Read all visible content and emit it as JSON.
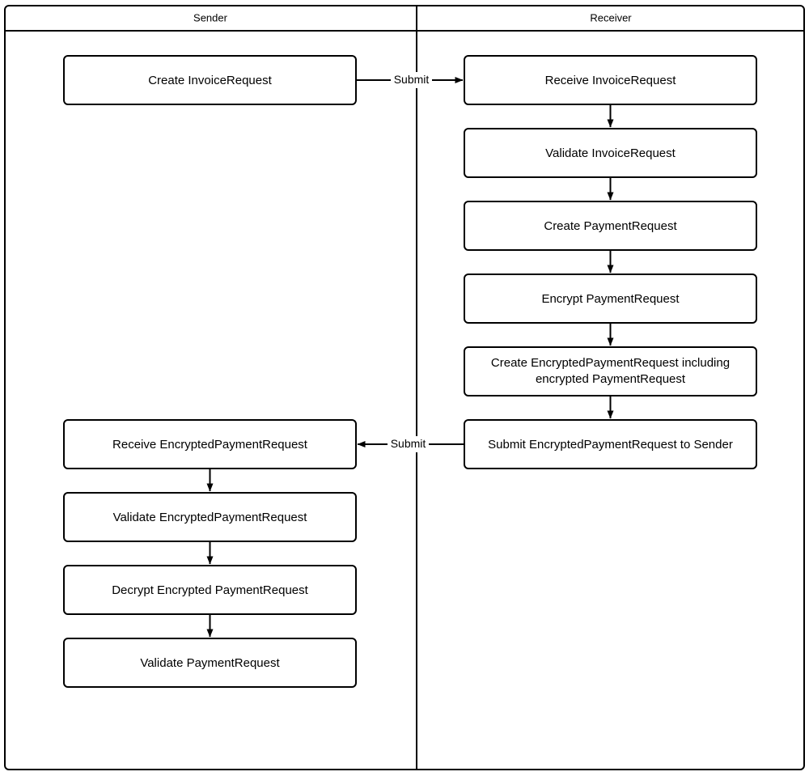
{
  "diagram": {
    "type": "swimlane-flowchart",
    "background_color": "#ffffff",
    "stroke_color": "#000000",
    "fill_color": "#ffffff",
    "lanes": [
      {
        "id": "sender",
        "title": "Sender"
      },
      {
        "id": "receiver",
        "title": "Receiver"
      }
    ],
    "nodes": [
      {
        "id": "n1",
        "lane": "sender",
        "label": "Create InvoiceRequest",
        "lines": [
          "Create InvoiceRequest"
        ]
      },
      {
        "id": "n2",
        "lane": "receiver",
        "label": "Receive InvoiceRequest",
        "lines": [
          "Receive InvoiceRequest"
        ]
      },
      {
        "id": "n3",
        "lane": "receiver",
        "label": "Validate InvoiceRequest",
        "lines": [
          "Validate InvoiceRequest"
        ]
      },
      {
        "id": "n4",
        "lane": "receiver",
        "label": "Create PaymentRequest",
        "lines": [
          "Create PaymentRequest"
        ]
      },
      {
        "id": "n5",
        "lane": "receiver",
        "label": "Encrypt PaymentRequest",
        "lines": [
          "Encrypt PaymentRequest"
        ]
      },
      {
        "id": "n6",
        "lane": "receiver",
        "label": "Create EncryptedPaymentRequest including encrypted PaymentRequest",
        "lines": [
          "Create EncryptedPaymentRequest including",
          "encrypted PaymentRequest"
        ]
      },
      {
        "id": "n7",
        "lane": "receiver",
        "label": "Submit EncryptedPaymentRequest to Sender",
        "lines": [
          "Submit EncryptedPaymentRequest to Sender"
        ]
      },
      {
        "id": "n8",
        "lane": "sender",
        "label": "Receive EncryptedPaymentRequest",
        "lines": [
          "Receive EncryptedPaymentRequest"
        ]
      },
      {
        "id": "n9",
        "lane": "sender",
        "label": "Validate EncryptedPaymentRequest",
        "lines": [
          "Validate EncryptedPaymentRequest"
        ]
      },
      {
        "id": "n10",
        "lane": "sender",
        "label": "Decrypt Encrypted PaymentRequest",
        "lines": [
          "Decrypt Encrypted PaymentRequest"
        ]
      },
      {
        "id": "n11",
        "lane": "sender",
        "label": "Validate PaymentRequest",
        "lines": [
          "Validate PaymentRequest"
        ]
      }
    ],
    "edges": [
      {
        "from": "n1",
        "to": "n2",
        "label": "Submit",
        "direction": "right"
      },
      {
        "from": "n2",
        "to": "n3",
        "label": "",
        "direction": "down"
      },
      {
        "from": "n3",
        "to": "n4",
        "label": "",
        "direction": "down"
      },
      {
        "from": "n4",
        "to": "n5",
        "label": "",
        "direction": "down"
      },
      {
        "from": "n5",
        "to": "n6",
        "label": "",
        "direction": "down"
      },
      {
        "from": "n6",
        "to": "n7",
        "label": "",
        "direction": "down"
      },
      {
        "from": "n7",
        "to": "n8",
        "label": "Submit",
        "direction": "left"
      },
      {
        "from": "n8",
        "to": "n9",
        "label": "",
        "direction": "down"
      },
      {
        "from": "n9",
        "to": "n10",
        "label": "",
        "direction": "down"
      },
      {
        "from": "n10",
        "to": "n11",
        "label": "",
        "direction": "down"
      }
    ],
    "edge_labels": {
      "submit_forward": "Submit",
      "submit_return": "Submit"
    }
  }
}
